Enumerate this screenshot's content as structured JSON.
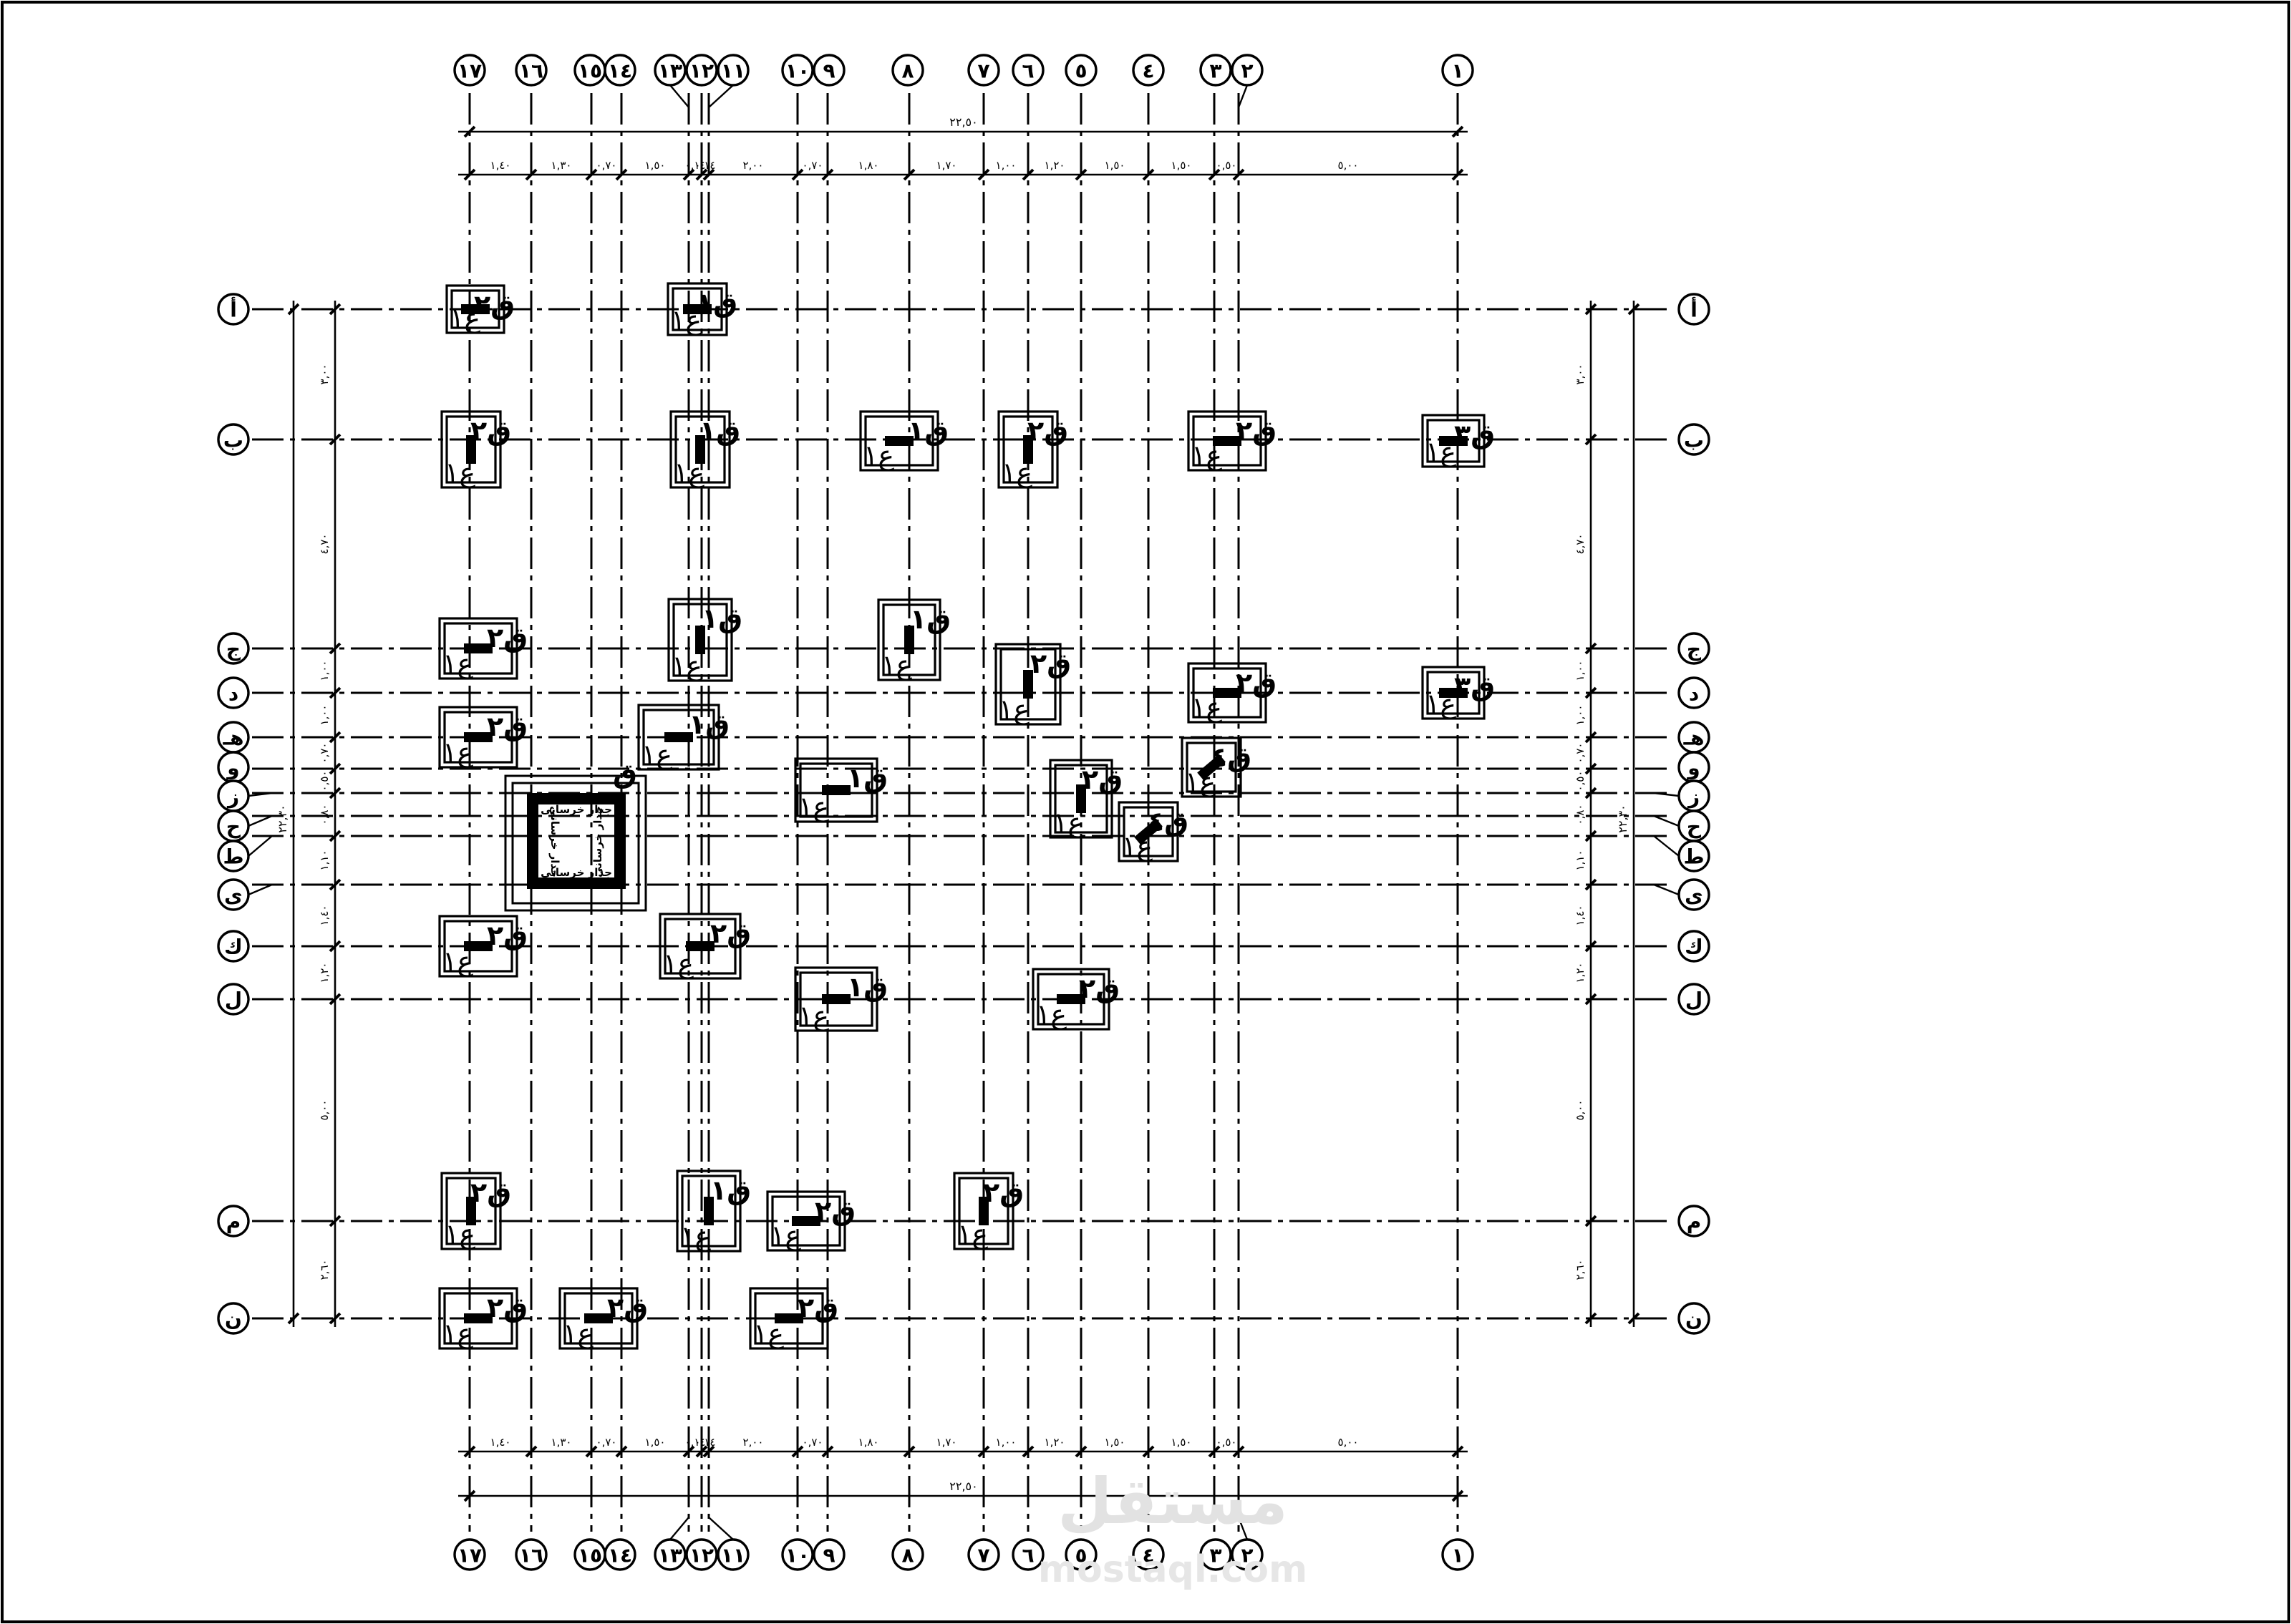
{
  "drawing": {
    "vertical_axes": [
      "١",
      "٢",
      "٣",
      "٤",
      "٥",
      "٦",
      "٧",
      "٨",
      "٩",
      "١٠",
      "١١",
      "١٢",
      "١٣",
      "١٤",
      "١٥",
      "١٦",
      "١٧"
    ],
    "horizontal_axes": [
      "أ",
      "ب",
      "ج",
      "د",
      "هـ",
      "و",
      "ز",
      "ح",
      "ط",
      "ى",
      "ك",
      "ل",
      "م",
      "ن"
    ],
    "span_dims": [
      "٥,٠٠",
      "٠,٥٠",
      "١,٥٠",
      "١,٥٠",
      "١,٢٠",
      "١,٠٠",
      "١,٧٠",
      "١,٨٠",
      "٠,٧٠",
      "٢,٠٠",
      "٠,١٤",
      "٠,١٤",
      "١,٥٠",
      "٠,٧٠",
      "١,٣٠",
      "١,٤٠"
    ],
    "total_width": "٢٢,٥٠",
    "row_dims": [
      "٣,٠٠",
      "٤,٧٠",
      "١,٠٠",
      "١,٠٠",
      "٠,٧٠",
      "٠,٥٠",
      "٠,٨٠",
      "١,١٠",
      "١,٤٠",
      "١,٢٠",
      "٥,٠٠",
      "٢,٦٠"
    ],
    "total_height": "٢٢,٣٠",
    "footing_letter": "ق",
    "column_letter": "ع",
    "footing_types": [
      "١",
      "٢",
      "٣",
      "٤"
    ],
    "column_type": "١",
    "core_label": "جدار خرسانى",
    "watermark": "مستقل",
    "watermark_url": "mostaql.com"
  }
}
